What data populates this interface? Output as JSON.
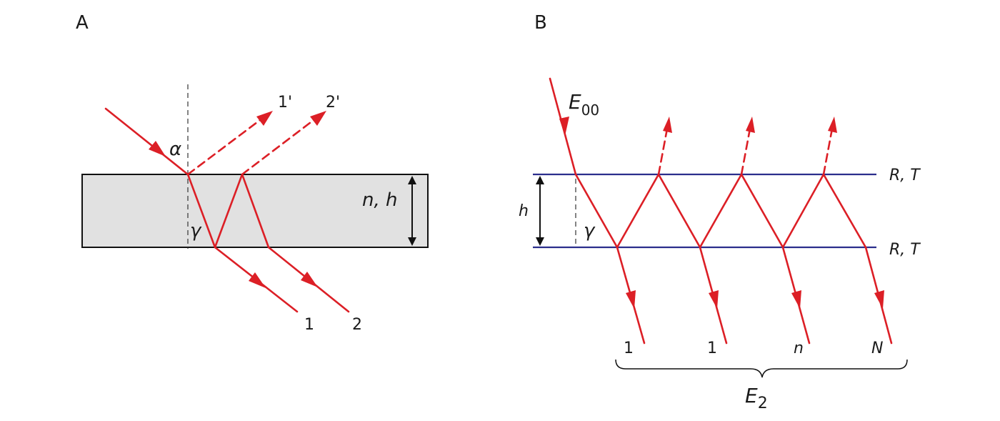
{
  "panel_a": {
    "label": "A",
    "angle_incidence": "α",
    "angle_refraction": "γ",
    "slab_params": "n, h",
    "reflected": [
      "1'",
      "2'"
    ],
    "transmitted": [
      "1",
      "2"
    ],
    "colors": {
      "ray": "#dc1f26",
      "slab_fill": "#e1e1e1",
      "outline": "#111111"
    }
  },
  "panel_b": {
    "label": "B",
    "incident_field": {
      "letter": "E",
      "sub": "00"
    },
    "surface_top": "R, T",
    "surface_bottom": "R, T",
    "thickness": "h",
    "angle_refraction": "γ",
    "transmitted": [
      "1",
      "1",
      "n",
      "N"
    ],
    "sum_field": {
      "letter": "E",
      "sub": "2"
    },
    "colors": {
      "ray": "#dc1f26",
      "surface": "#2b2e8c"
    }
  }
}
